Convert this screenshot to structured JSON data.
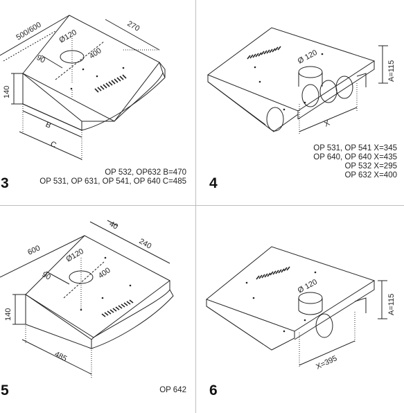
{
  "panels": [
    {
      "number": "3",
      "labels": {
        "width": "500/600",
        "depth": "270",
        "hole": "Ø120",
        "side": "90",
        "inner": "400",
        "height": "140",
        "b": "B",
        "c": "C"
      },
      "caption": [
        "OP  532, OP632 B=470",
        "OP 531, OP 631, OP 541, OP 640 C=485"
      ]
    },
    {
      "number": "4",
      "labels": {
        "hole": "Ø 120",
        "a": "A=115",
        "x": "X"
      },
      "caption": [
        "OP 531, OP 541 X=345",
        "OP 640, OP 640 X=435",
        "OP 532 X=295",
        "OP 632 X=400"
      ]
    },
    {
      "number": "5",
      "labels": {
        "width": "600",
        "offset": "40",
        "depth": "240",
        "hole": "Ø120",
        "side": "90",
        "inner": "400",
        "height": "140",
        "length": "485"
      },
      "caption": [
        "OP  642"
      ]
    },
    {
      "number": "6",
      "labels": {
        "hole": "Ø 120",
        "a": "A=115",
        "x": "X=395"
      },
      "caption": []
    }
  ],
  "colors": {
    "line": "#222222",
    "divider": "#bdbdbd"
  }
}
